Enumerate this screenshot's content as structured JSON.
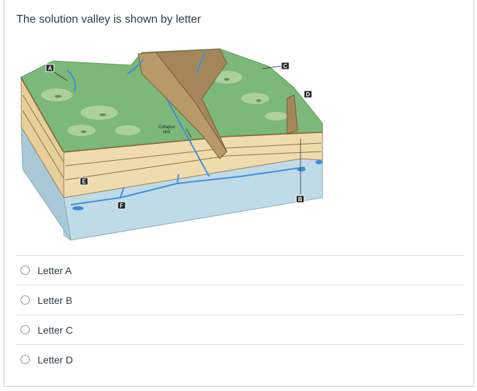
{
  "question": {
    "text": "The solution valley is shown by letter"
  },
  "figure": {
    "labels": {
      "a": "A",
      "b": "B",
      "c": "C",
      "d": "D",
      "e": "E",
      "f": "F",
      "collapse_sink_line1": "Collapse",
      "collapse_sink_line2": "sink"
    }
  },
  "answers": [
    {
      "label": "Letter A"
    },
    {
      "label": "Letter B"
    },
    {
      "label": "Letter C"
    },
    {
      "label": "Letter D"
    }
  ],
  "colors": {
    "text": "#2d3b45",
    "divider": "#dcdfe1",
    "surface_green": "#7cb87a",
    "limestone": "#efdcae",
    "water": "#3f8fd6",
    "groundwater": "#bfdbe8"
  }
}
